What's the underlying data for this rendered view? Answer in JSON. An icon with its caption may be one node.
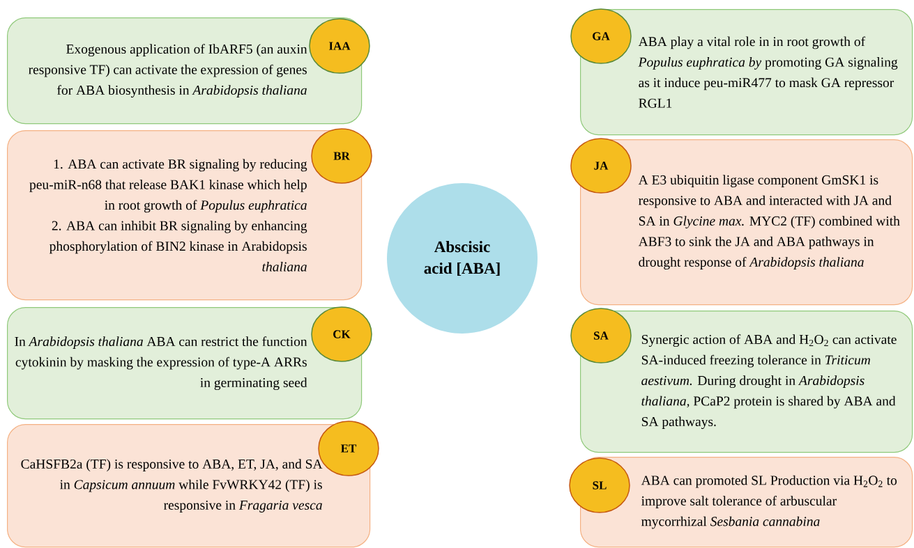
{
  "diagram": {
    "nodes": [
      {
        "text": [
          "Exogenous application of IbARF5 (an auxin responsive TF) can activate the expression of genes for  ABA biosynthesis in *Arabidopsis thaliana*"
        ]
      },
      {
        "text": [
          "IAA"
        ]
      },
      {
        "text": [
          "1. ABA can activate BR signaling by reducing peu-miR-n68 that release BAK1 kinase which help in root growth of *Populus euphratica*",
          "2.  ABA can inhibit BR signaling by enhancing phosphorylation of BIN2 kinase in Arabidopsis *thaliana*"
        ]
      },
      {
        "text": [
          "BR"
        ]
      },
      {
        "text": [
          "In *Arabidopsis thaliana* ABA can restrict the function cytokinin by masking the expression of type-A ARRs in germinating seed"
        ]
      },
      {
        "text": [
          "CK"
        ]
      },
      {
        "text": [
          "CaHSFB2a (TF)  is responsive to ABA, ET, JA, and SA in *Capsicum annuum* while FvWRKY42 (TF)  is responsive in *Fragaria vesca*"
        ]
      },
      {
        "text": [
          "ET"
        ]
      },
      {
        "text": [
          "Abscisic acid [ABA]"
        ]
      },
      {
        "text": [
          "ABA play a vital role in in root growth of *Populus euphratica by* promoting GA signaling as it induce peu-miR477 to mask GA repressor RGL1"
        ]
      },
      {
        "text": [
          "GA"
        ]
      },
      {
        "text": [
          "A E3 ubiquitin ligase component GmSK1 is responsive to ABA and interacted with JA and SA in *Glycine max.* MYC2 (TF) combined with ABF3 to sink the JA and ABA pathways in drought response of *Arabidopsis thaliana*"
        ]
      },
      {
        "text": [
          "JA"
        ]
      },
      {
        "text": [
          "Synergic action of ABA and H$_{2}$O$_{2}$ can activate SA-induced freezing tolerance in *Triticum aestivum.* During drought in *Arabidopsis thaliana,* PCaP2 protein is shared by ABA and SA pathways."
        ]
      },
      {
        "text": [
          "SA"
        ]
      },
      {
        "text": [
          "ABA can promoted SL Production via H$_{2}$O$_{2}$ to improve salt tolerance of arbuscular mycorrhizal *Sesbania cannabina*"
        ]
      },
      {
        "text": [
          "SL"
        ]
      }
    ]
  }
}
